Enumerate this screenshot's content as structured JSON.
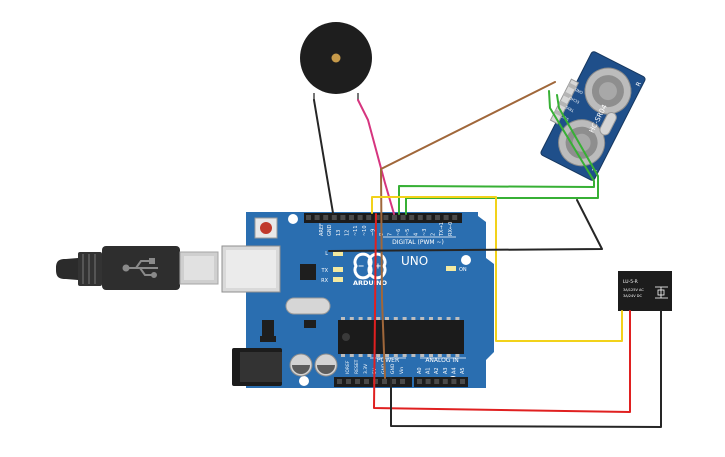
{
  "arduino": {
    "logo_text": "ARDUINO",
    "model": "UNO",
    "digital_label": "DIGITAL (PWM ~)",
    "power_label": "POWER",
    "analog_label": "ANALOG IN",
    "aref": "AREF",
    "gnd": "GND",
    "on_label": "ON",
    "l_label": "L",
    "tx_label": "TX",
    "rx_label": "RX",
    "digital_pins": [
      "13",
      "12",
      "~11",
      "~10",
      "~9",
      "8",
      "7",
      "~6",
      "~5",
      "4",
      "~3",
      "2",
      "TX→1",
      "RX←0"
    ],
    "power_pins": [
      "IOREF",
      "RESET",
      "3.3V",
      "5V",
      "GND",
      "GND",
      "Vin"
    ],
    "analog_pins": [
      "A0",
      "A1",
      "A2",
      "A3",
      "A4",
      "A5"
    ]
  },
  "sensor": {
    "name": "HC-SR04",
    "pins": [
      "VCC",
      "TRIG",
      "ECHO",
      "GND"
    ],
    "t_mark": "T",
    "r_mark": "R"
  },
  "relay": {
    "name": "LU-5-R",
    "line1": "3A/125V AC",
    "line2": "3A/24V DC"
  },
  "colors": {
    "board": "#2a6eb0",
    "wire_red": "#e02020",
    "wire_black": "#262626",
    "wire_yellow": "#f2d21a",
    "wire_green": "#37b035",
    "wire_brown": "#a0673a",
    "wire_magenta": "#d6357f"
  }
}
